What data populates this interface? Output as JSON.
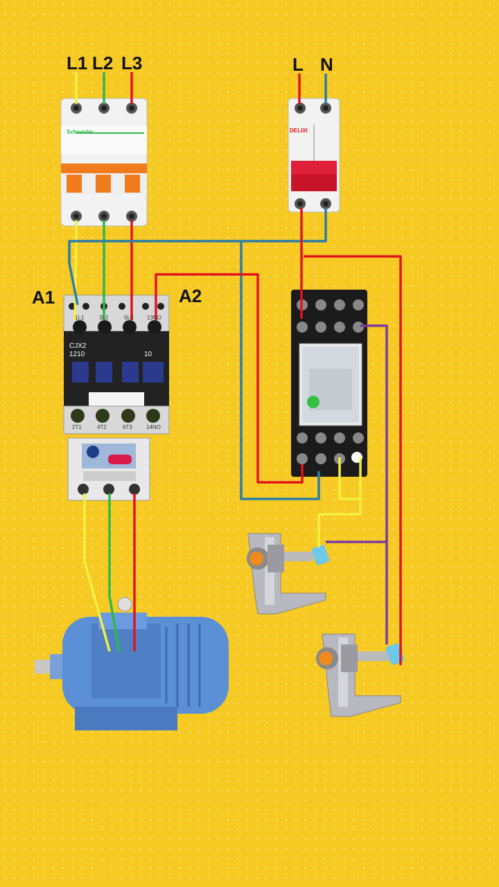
{
  "labels": {
    "l1": "L1",
    "l2": "L2",
    "l3": "L3",
    "l": "L",
    "n": "N",
    "a1": "A1",
    "a2": "A2"
  },
  "breaker3p": {
    "brand": "Schneider"
  },
  "breaker1p": {
    "brand": "DELIXI"
  },
  "contactor": {
    "model_line1": "CJX2",
    "model_line2": "1210",
    "aux": "10",
    "top_terminals": [
      "1L1",
      "3L2",
      "5L3",
      "13NO"
    ],
    "bottom_terminals": [
      "2T1",
      "4T2",
      "6T3",
      "14NO"
    ]
  },
  "colors": {
    "background": "#f6c923",
    "wire_yellow": "#f3f043",
    "wire_green": "#2fb84a",
    "wire_red": "#e0141c",
    "wire_blue": "#2a7fa8",
    "wire_purple": "#7a3aa0",
    "motor": "#5b8fd6"
  }
}
